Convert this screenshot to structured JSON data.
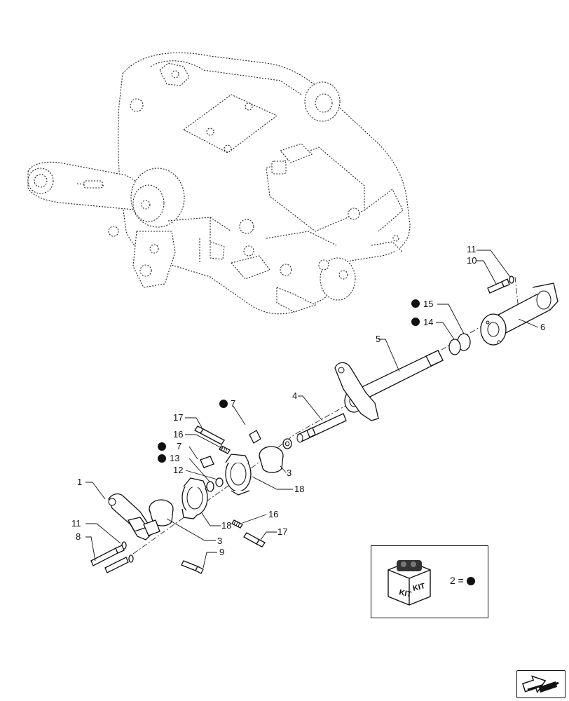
{
  "callouts": {
    "c1": "1",
    "c3a": "3",
    "c3b": "3",
    "c4": "4",
    "c5": "5",
    "c6": "6",
    "c7a": "7",
    "c7b": "7",
    "c8": "8",
    "c9": "9",
    "c10": "10",
    "c11a": "11",
    "c11b": "11",
    "c12": "12",
    "c13": "13",
    "c14": "14",
    "c15": "15",
    "c16a": "16",
    "c16b": "16",
    "c17a": "17",
    "c17b": "17",
    "c18a": "18",
    "c18b": "18"
  },
  "kit_legend": {
    "icon_text_left": "KIT",
    "icon_text_right": "KIT",
    "equation": "2 ="
  },
  "icons": {
    "kit": "kit-box-icon",
    "nav": "page-navigation-arrow-icon",
    "marker": "filled-circle-marker-icon"
  },
  "colors": {
    "line": "#111111",
    "background": "#ffffff",
    "marker": "#111111"
  }
}
